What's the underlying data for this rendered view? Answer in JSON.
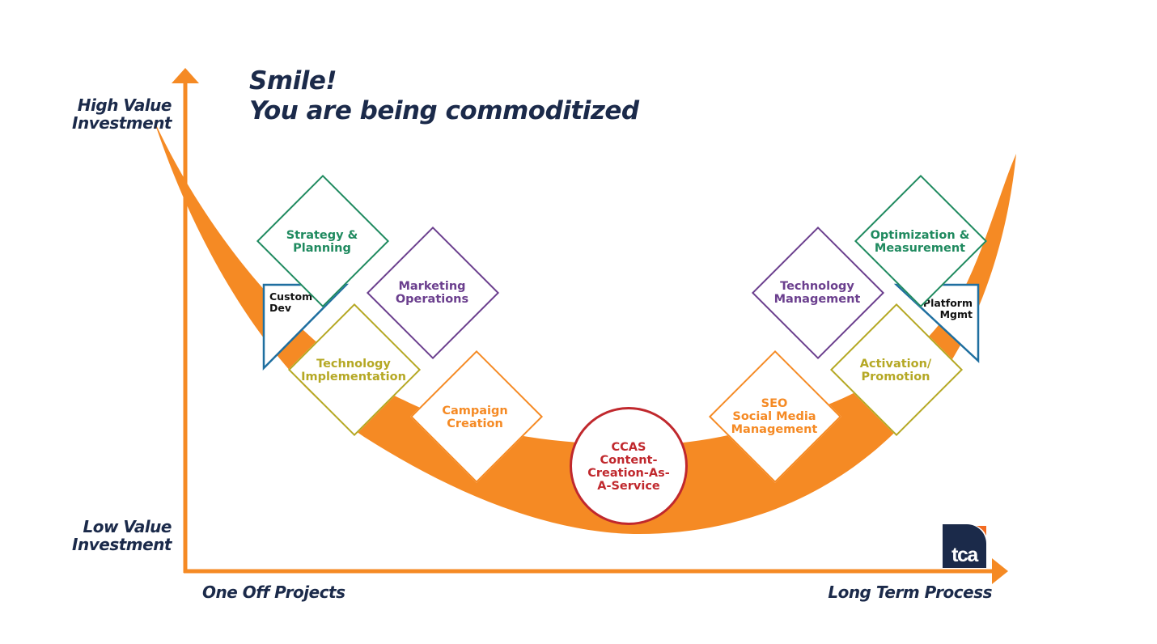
{
  "title": {
    "line1": "Smile!",
    "line2": "You are being commoditized"
  },
  "axes": {
    "y_high": [
      "High Value",
      "Investment"
    ],
    "y_low": [
      "Low Value",
      "Investment"
    ],
    "x_left": "One Off Projects",
    "x_right": "Long Term Process"
  },
  "items": {
    "strategy": [
      "Strategy &",
      "Planning"
    ],
    "custom_dev": [
      "Custom",
      "Dev"
    ],
    "marketing_ops": [
      "Marketing",
      "Operations"
    ],
    "tech_impl": [
      "Technology",
      "Implementation"
    ],
    "campaign": [
      "Campaign",
      "Creation"
    ],
    "ccas": [
      "CCAS",
      "Content-",
      "Creation-As-",
      "A-Service"
    ],
    "seo": [
      "SEO",
      "Social Media",
      "Management"
    ],
    "tech_mgmt": [
      "Technology",
      "Management"
    ],
    "optimization": [
      "Optimization &",
      "Measurement"
    ],
    "platform": [
      "Platform",
      "Mgmt"
    ],
    "activation": [
      "Activation/",
      "Promotion"
    ]
  },
  "logo": {
    "text": "tca"
  },
  "colors": {
    "navy": "#1b2a4a",
    "orange": "#f58a24",
    "green": "#1f8a5f",
    "purple": "#6b3f8e",
    "olive": "#b5a824",
    "blue": "#1f6fa0",
    "red": "#c0282d",
    "tca_orange": "#f26b21"
  }
}
